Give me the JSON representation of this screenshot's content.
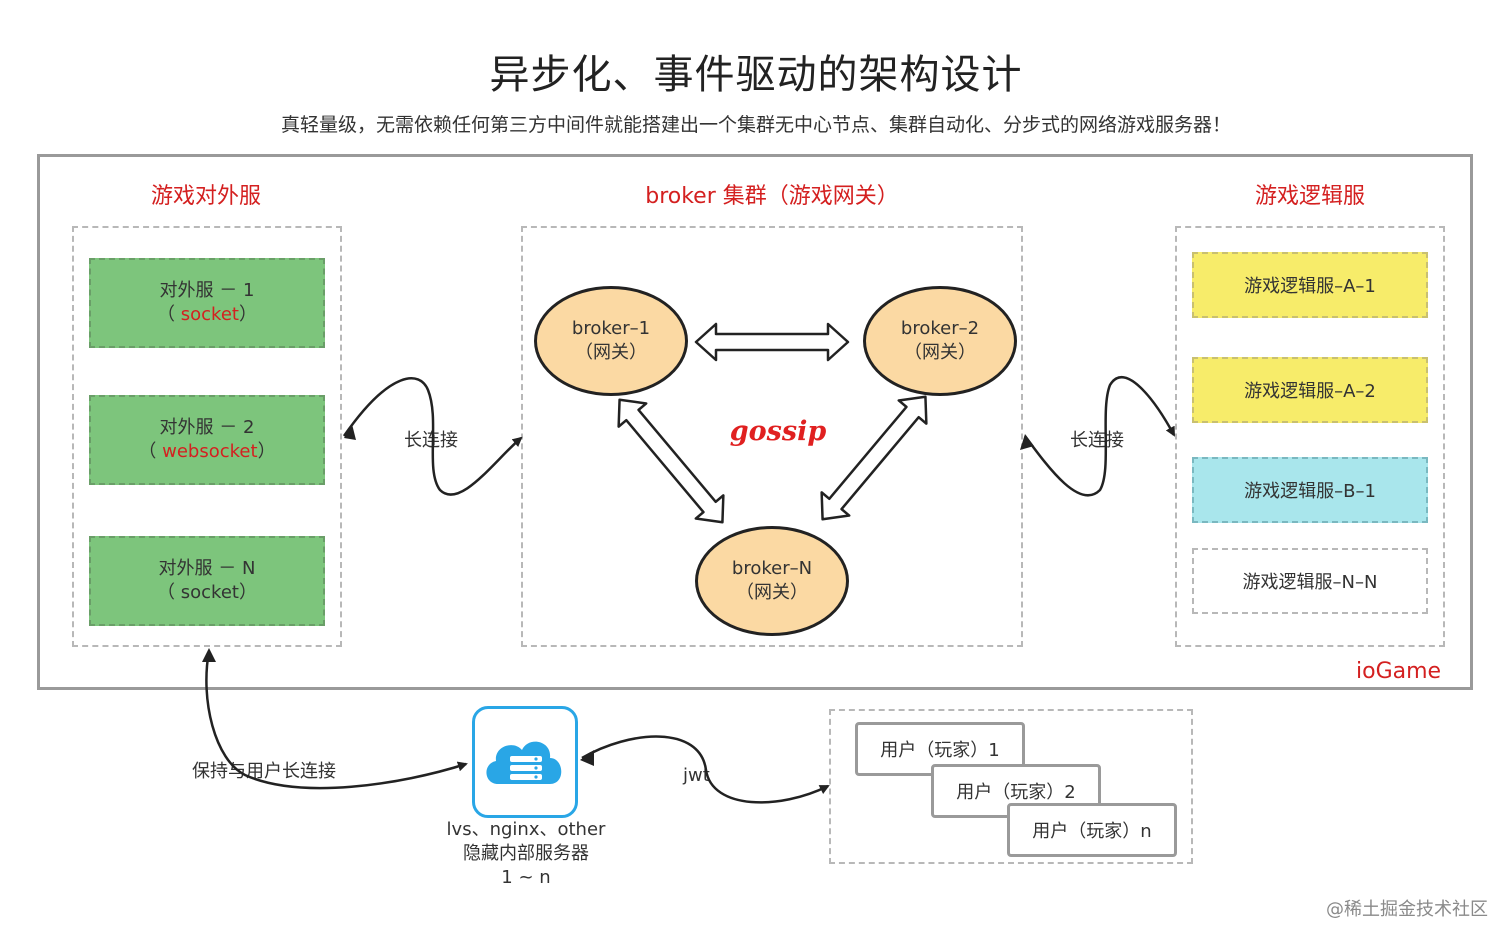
{
  "title": "异步化、事件驱动的架构设计",
  "subtitle": "真轻量级，无需依赖任何第三方中间件就能搭建出一个集群无中心节点、集群自动化、分步式的网络游戏服务器！",
  "external": {
    "heading": "游戏对外服",
    "servers": [
      {
        "name": "对外服 － 1",
        "open": "（ ",
        "protocol": "socket",
        "close": "）",
        "protocol_highlight": true
      },
      {
        "name": "对外服 － 2",
        "open": "（ ",
        "protocol": "websocket",
        "close": "）",
        "protocol_highlight": true
      },
      {
        "name": "对外服 － N",
        "open": "（ ",
        "protocol": "socket",
        "close": "）",
        "protocol_highlight": false
      }
    ]
  },
  "broker": {
    "heading": "broker 集群（游戏网关）",
    "nodes": [
      {
        "name": "broker–1",
        "sub": "（网关）"
      },
      {
        "name": "broker–2",
        "sub": "（网关）"
      },
      {
        "name": "broker–N",
        "sub": "（网关）"
      }
    ],
    "protocol_label": "gossip"
  },
  "logic": {
    "heading": "游戏逻辑服",
    "servers": [
      {
        "name": "游戏逻辑服–A–1",
        "color": "#f7ec6a"
      },
      {
        "name": "游戏逻辑服–A–2",
        "color": "#f7ec6a"
      },
      {
        "name": "游戏逻辑服–B–1",
        "color": "#a9e6ec"
      },
      {
        "name": "游戏逻辑服–N–N",
        "color": "#ffffff"
      }
    ]
  },
  "connections": {
    "left_label": "长连接",
    "right_label": "长连接",
    "client_label": "保持与用户长连接",
    "jwt_label": "jwt"
  },
  "framework_label": "ioGame",
  "proxy": {
    "icon": "cloud-server-icon",
    "line1": "lvs、nginx、other",
    "line2": "隐藏内部服务器",
    "line3": "1 ~ n",
    "accent": "#29a6e6"
  },
  "users": [
    {
      "label": "用户（玩家）1"
    },
    {
      "label": "用户（玩家）2"
    },
    {
      "label": "用户（玩家）n"
    }
  ],
  "watermark": "@稀土掘金技术社区"
}
